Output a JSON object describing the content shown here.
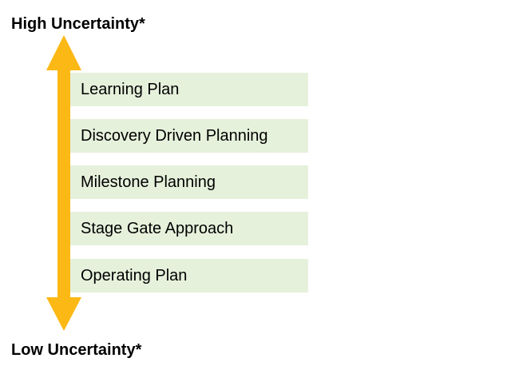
{
  "top_label": "High Uncertainty*",
  "bottom_label": "Low Uncertainty*",
  "arrow_color": "#fcb814",
  "box_color": "#e6f1dc",
  "items": [
    {
      "label": "Learning Plan"
    },
    {
      "label": "Discovery Driven Planning"
    },
    {
      "label": "Milestone Planning"
    },
    {
      "label": "Stage Gate Approach"
    },
    {
      "label": "Operating Plan"
    }
  ]
}
